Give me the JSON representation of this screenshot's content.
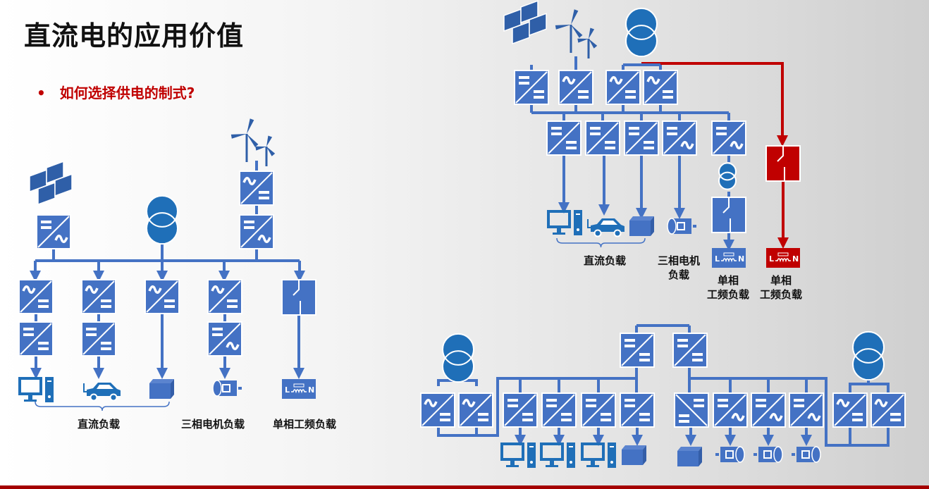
{
  "title": "直流电的应用价值",
  "bullet": "如何选择供电的制式?",
  "left_diagram": {
    "labels": {
      "dc_load": "直流负载",
      "motor_load": "三相电机负载",
      "single_phase_load": "单相工频负载"
    }
  },
  "top_right_diagram": {
    "labels": {
      "dc_load": "直流负载",
      "motor_load_1": "三相电机",
      "motor_load_2": "负载",
      "single_phase_1": "单相",
      "single_phase_2": "工频负载",
      "single_phase_red_1": "单相",
      "single_phase_red_2": "工频负载"
    }
  },
  "icon_letters": {
    "line": "L",
    "neutral": "N"
  },
  "colors": {
    "blue": "#4472c4",
    "red": "#c00000",
    "title": "#111111"
  }
}
